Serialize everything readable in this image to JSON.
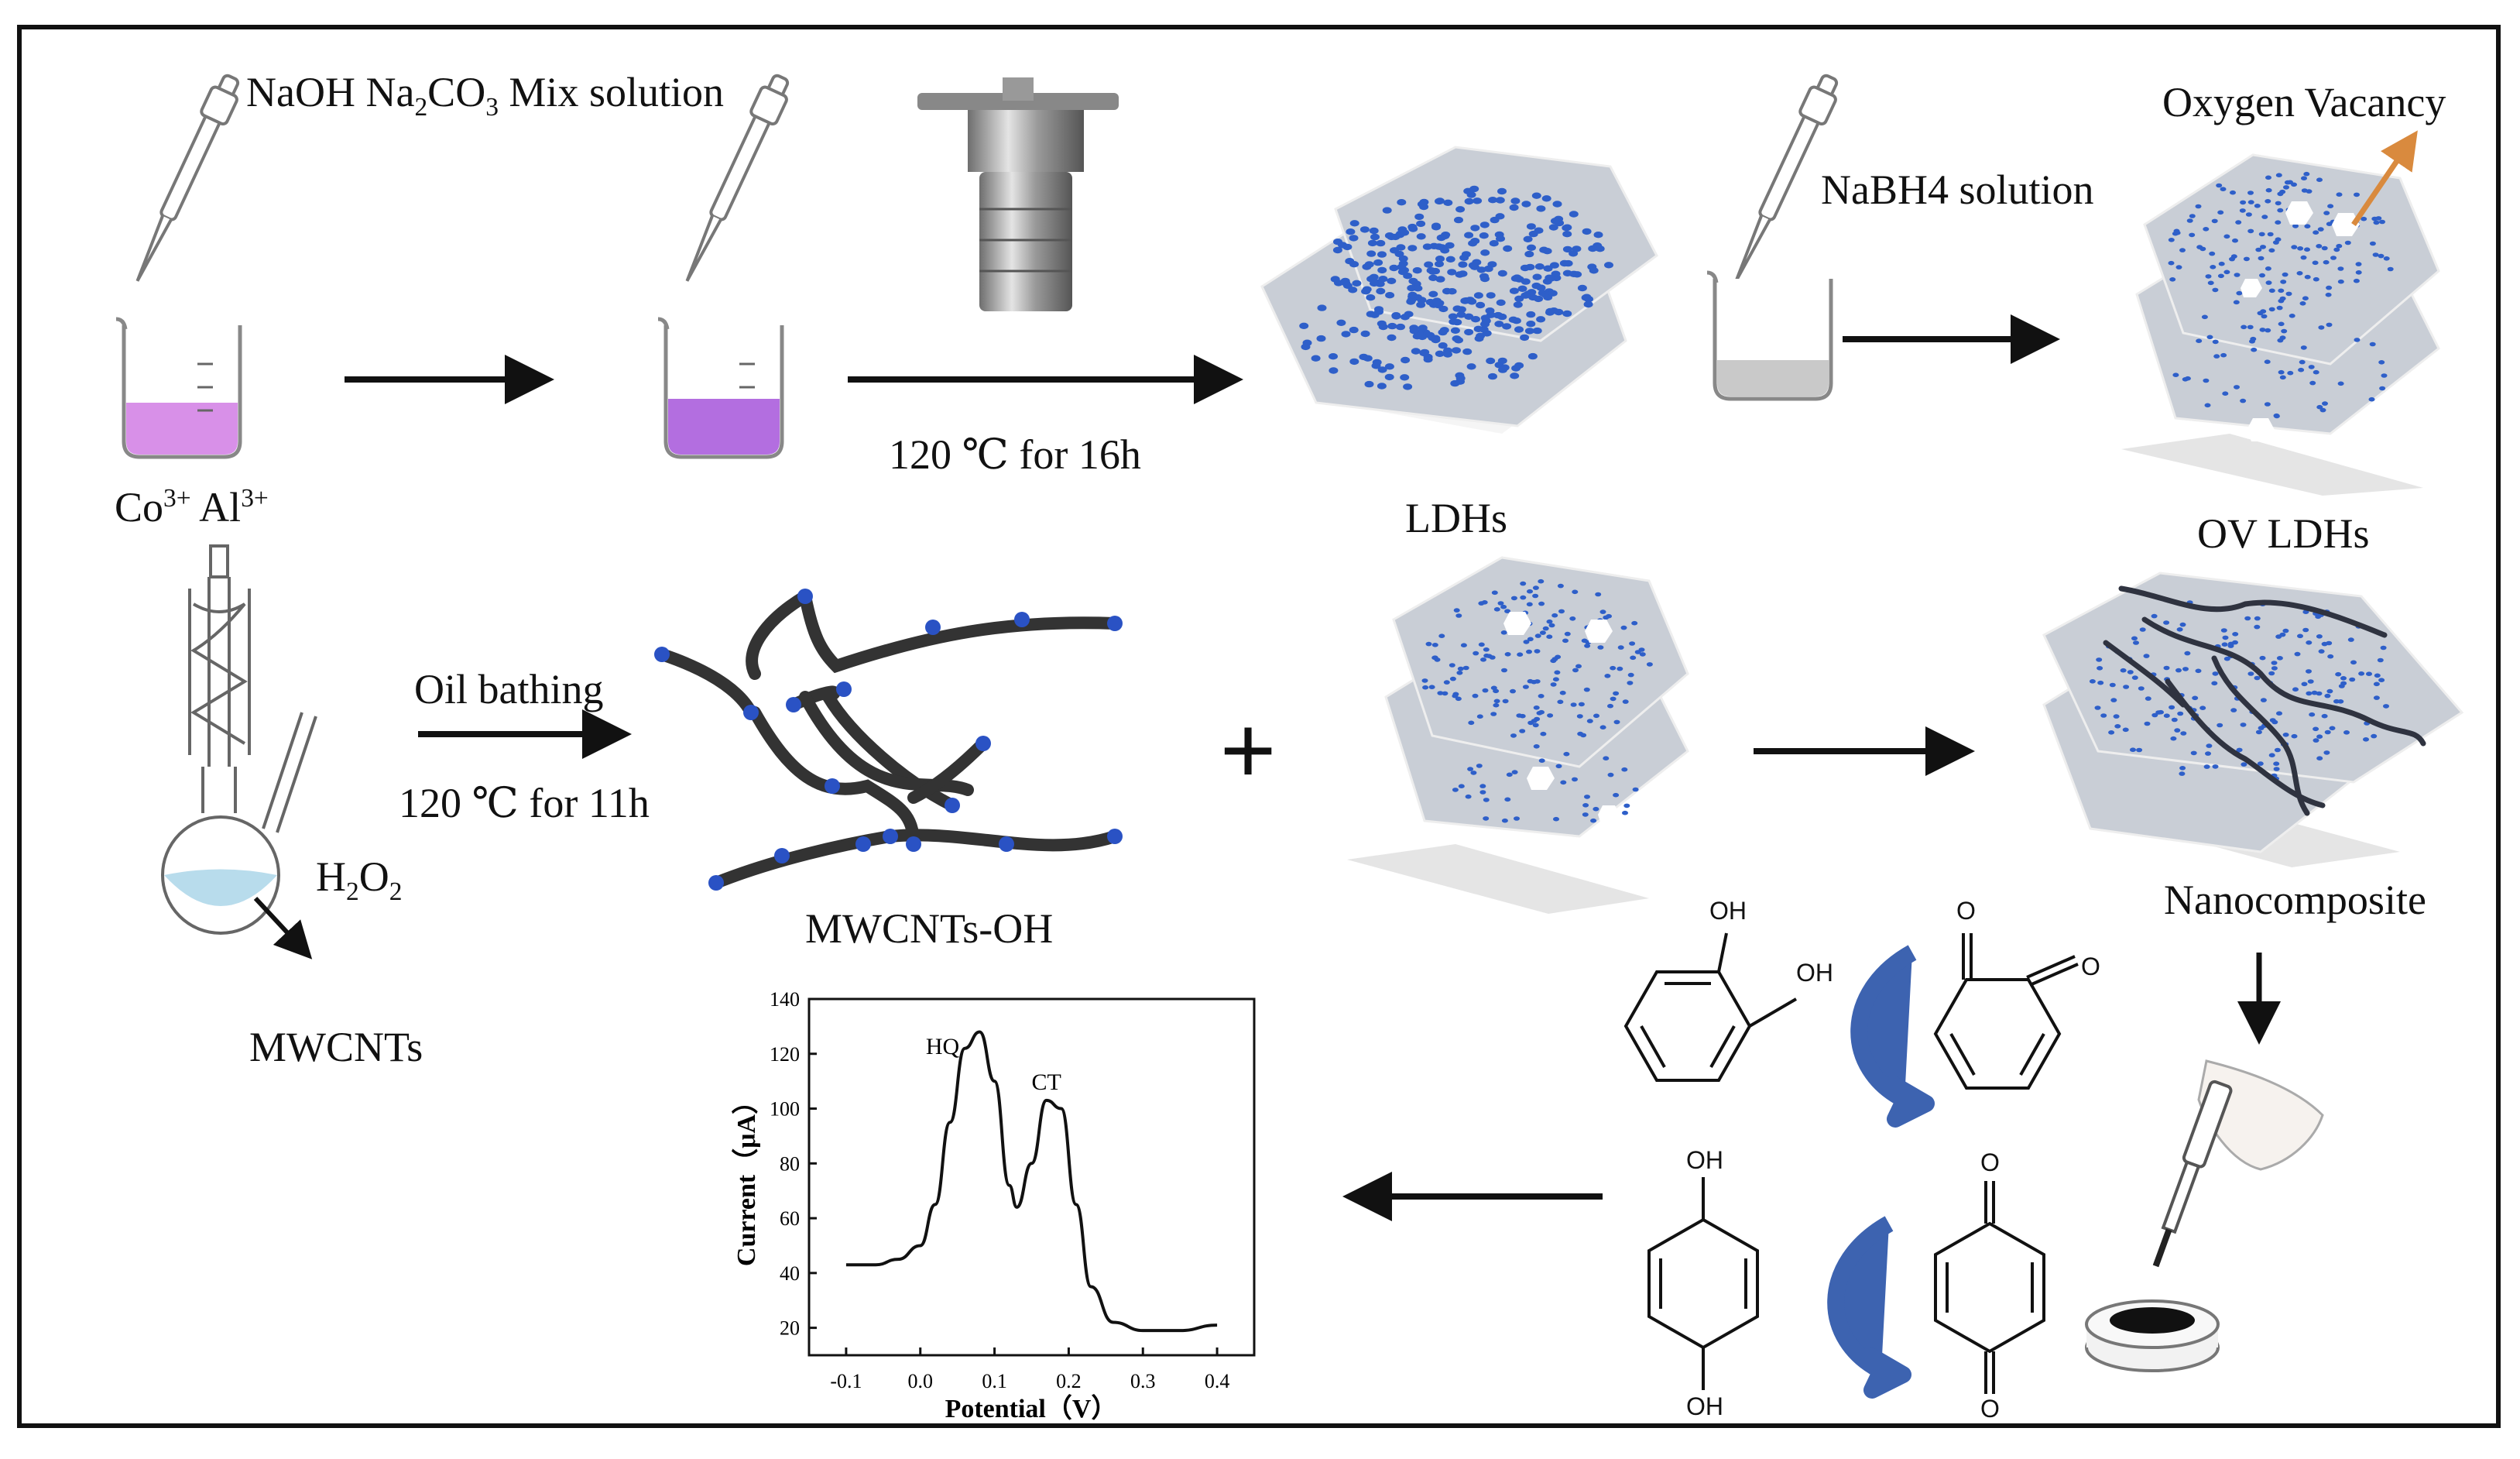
{
  "labels": {
    "mix_solution_pre": "NaOH Na",
    "mix_solution_sub": "2",
    "mix_solution_mid": "CO",
    "mix_solution_sub2": "3",
    "mix_solution_post": " Mix solution",
    "co_ion": "Co",
    "co_charge": "3+",
    "al_ion": " Al",
    "al_charge": "3+",
    "hydrothermal": "120 ℃ for 16h",
    "ldhs": "LDHs",
    "nabh4": "NaBH4 solution",
    "oxygen_vacancy": "Oxygen Vacancy",
    "ov_ldhs": "OV LDHs",
    "oil_bathing": "Oil bathing",
    "oil_temp": "120 ℃ for 11h",
    "h2o2_pre": "H",
    "h2o2_sub": "2",
    "h2o2_mid": "O",
    "h2o2_sub2": "2",
    "mwcnts": "MWCNTs",
    "mwcnts_oh": "MWCNTs-OH",
    "plus": "+",
    "nanocomposite": "Nanocomposite"
  },
  "molecules": {
    "oh_top": "OH",
    "oh_side": "OH",
    "o_top": "O",
    "o_side": "O",
    "hq_oh_top": "OH",
    "hq_oh_bottom": "OH",
    "q_o_top": "O",
    "q_o_bottom": "O"
  },
  "colors": {
    "ldh_sheet": "#c9ced6",
    "ldh_dot": "#2e5fc9",
    "solution_pink": "#d890e8",
    "solution_purple": "#b36ee0",
    "cnt": "#333333",
    "cnt_end": "#2a52c4",
    "arrow_orange": "#d98a3e",
    "curve_arrow": "#3d63b0"
  },
  "chart_data": {
    "type": "line",
    "title": "",
    "xlabel": "Potential（V）",
    "ylabel": "Current（μA）",
    "xlim": [
      -0.15,
      0.45
    ],
    "ylim": [
      10,
      140
    ],
    "xticks": [
      -0.1,
      0.0,
      0.1,
      0.2,
      0.3,
      0.4
    ],
    "xtick_labels": [
      "-0.1",
      "0.0",
      "0.1",
      "0.2",
      "0.3",
      "0.4"
    ],
    "yticks": [
      20,
      40,
      60,
      80,
      100,
      120,
      140
    ],
    "ytick_labels": [
      "20",
      "40",
      "60",
      "80",
      "100",
      "120",
      "140"
    ],
    "annotations": [
      {
        "text": "HQ",
        "x": 0.03,
        "y": 120
      },
      {
        "text": "CT",
        "x": 0.17,
        "y": 107
      }
    ],
    "series": [
      {
        "x": [
          -0.1,
          -0.06,
          -0.03,
          0.0,
          0.02,
          0.04,
          0.06,
          0.08,
          0.1,
          0.12,
          0.13,
          0.15,
          0.17,
          0.19,
          0.21,
          0.23,
          0.26,
          0.3,
          0.35,
          0.4
        ],
        "y": [
          43,
          43,
          45,
          50,
          65,
          95,
          122,
          128,
          110,
          72,
          64,
          80,
          103,
          100,
          65,
          35,
          22,
          19,
          19,
          21
        ]
      }
    ]
  }
}
